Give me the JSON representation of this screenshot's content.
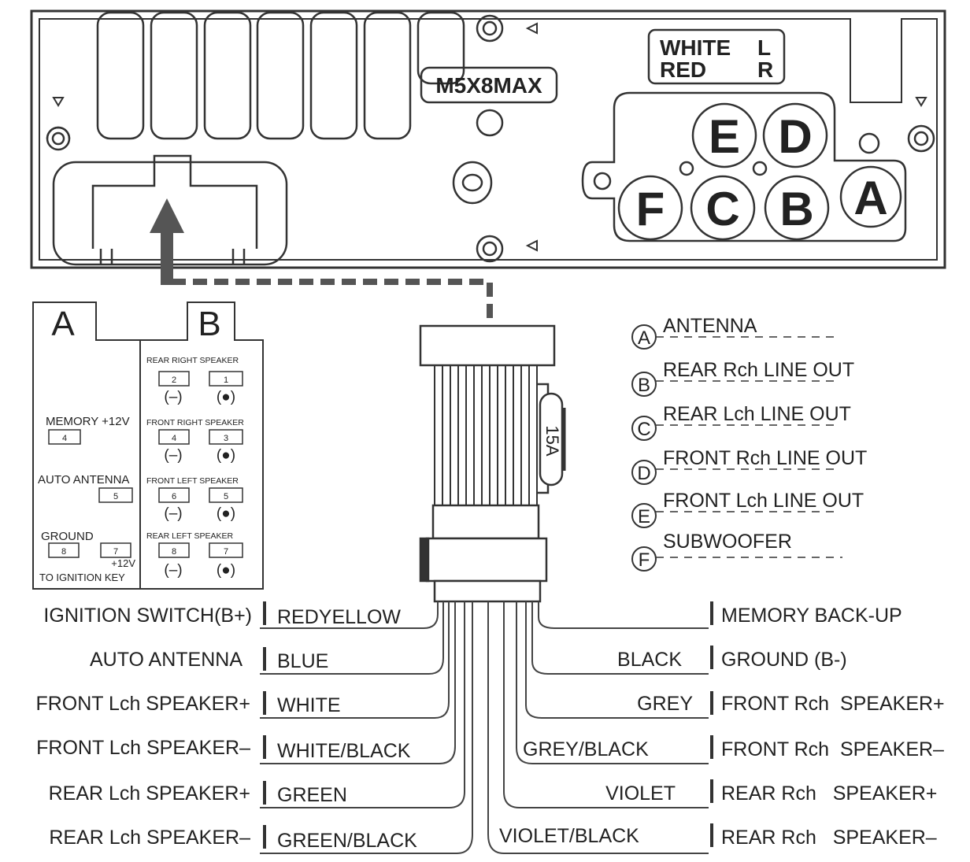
{
  "head_unit": {
    "model": "M5X8MAX",
    "rca_white": "WHITE",
    "rca_left": "L",
    "rca_red": "RED",
    "rca_right": "R",
    "ports": [
      "A",
      "B",
      "C",
      "D",
      "E",
      "F"
    ]
  },
  "iso_connector": {
    "block_a": {
      "label": "A",
      "memory_label": "MEMORY +12V",
      "memory_pin": "4",
      "auto_antenna_label": "AUTO ANTENNA",
      "auto_antenna_pin": "5",
      "ground_label": "GROUND",
      "ground_pin": "8",
      "ignition_pin": "7",
      "ignition_volts": "+12V",
      "ignition_label": "TO IGNITION KEY"
    },
    "block_b": {
      "label": "B",
      "groups": [
        {
          "name": "REAR RIGHT SPEAKER",
          "neg_pin": "2",
          "pos_pin": "1"
        },
        {
          "name": "FRONT RIGHT SPEAKER",
          "neg_pin": "4",
          "pos_pin": "3"
        },
        {
          "name": "FRONT LEFT SPEAKER",
          "neg_pin": "6",
          "pos_pin": "5"
        },
        {
          "name": "REAR LEFT SPEAKER",
          "neg_pin": "8",
          "pos_pin": "7"
        }
      ],
      "neg_symbol": "(–)",
      "pos_symbol": "(●)"
    }
  },
  "fuse": {
    "label": "15A"
  },
  "legend": [
    {
      "key": "A",
      "label": "ANTENNA"
    },
    {
      "key": "B",
      "label": "REAR Rch LINE OUT"
    },
    {
      "key": "C",
      "label": "REAR Lch LINE OUT"
    },
    {
      "key": "D",
      "label": "FRONT Rch LINE OUT"
    },
    {
      "key": "E",
      "label": "FRONT Lch LINE OUT"
    },
    {
      "key": "F",
      "label": "SUBWOOFER"
    }
  ],
  "wires_left": [
    {
      "function": "IGNITION SWITCH(B+)",
      "color": "REDYELLOW"
    },
    {
      "function": "AUTO ANTENNA",
      "color": "BLUE"
    },
    {
      "function": "FRONT Lch SPEAKER+",
      "color": "WHITE"
    },
    {
      "function": "FRONT Lch SPEAKER–",
      "color": "WHITE/BLACK"
    },
    {
      "function": "REAR Lch SPEAKER+",
      "color": "GREEN"
    },
    {
      "function": "REAR Lch SPEAKER–",
      "color": "GREEN/BLACK"
    }
  ],
  "wires_right": [
    {
      "function": "MEMORY BACK-UP",
      "color": ""
    },
    {
      "function": "GROUND (B-)",
      "color": "BLACK"
    },
    {
      "function": "FRONT Rch  SPEAKER+",
      "color": "GREY"
    },
    {
      "function": "FRONT Rch  SPEAKER–",
      "color": "GREY/BLACK"
    },
    {
      "function": "REAR Rch   SPEAKER+",
      "color": "VIOLET"
    },
    {
      "function": "REAR Rch   SPEAKER–",
      "color": "VIOLET/BLACK"
    }
  ]
}
